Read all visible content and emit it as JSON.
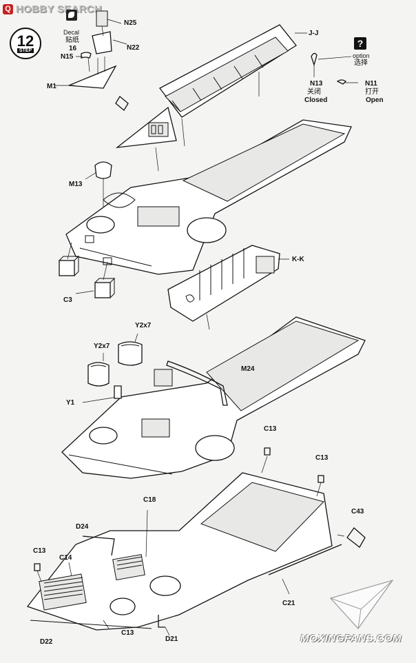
{
  "header": {
    "logo_badge": "Q",
    "logo_text": "HOBBY SEARCH"
  },
  "step": {
    "number": "12",
    "word": "STEP"
  },
  "decal": {
    "title": "Decal",
    "title_cn": "贴纸",
    "number": "16"
  },
  "option": {
    "icon": "?",
    "label": "option",
    "label_cn": "选择"
  },
  "parts": {
    "n25": "N25",
    "n22": "N22",
    "n15": "N15",
    "m1": "M1",
    "jj": "J-J",
    "n13": "N13",
    "n13_cn": "关闭",
    "n13_en": "Closed",
    "n11": "N11",
    "n11_cn": "打开",
    "n11_en": "Open",
    "m13": "M13",
    "c3": "C3",
    "kk": "K-K",
    "y2x7_a": "Y2x7",
    "y2x7_b": "Y2x7",
    "m24": "M24",
    "y1": "Y1",
    "c13_a": "C13",
    "c13_b": "C13",
    "c13_c": "C13",
    "c13_d": "C13",
    "c18": "C18",
    "c43": "C43",
    "d24": "D24",
    "c14": "C14",
    "c21": "C21",
    "d22": "D22",
    "d21": "D21"
  },
  "watermark": "MOXINGFANS.COM"
}
